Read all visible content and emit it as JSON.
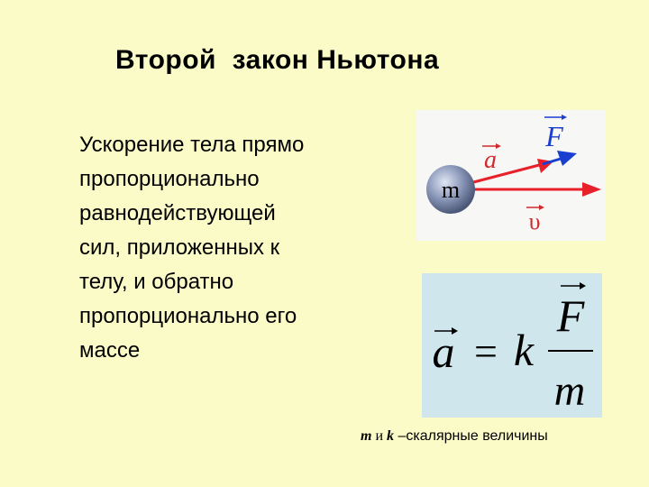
{
  "slide": {
    "title": "Второй  закон Ньютона",
    "body_lines": [
      "Ускорение тела прямо",
      "пропорционально",
      "равнодействующей",
      "сил, приложенных к",
      "телу, и обратно",
      "пропорционально его",
      "массе"
    ]
  },
  "diagram": {
    "mass_label": "m",
    "accel_label": "a",
    "force_label": "F",
    "velocity_label": "υ",
    "colors": {
      "arrow": "#e8202a",
      "force_arrow": "#1a3fd0",
      "label": "#d12a2a",
      "force_text": "#1a3fd0",
      "ball": "#8a97b8"
    }
  },
  "formula": {
    "lhs": "a",
    "equals": "=",
    "coef": "k",
    "numerator": "F",
    "denominator": "m"
  },
  "note": {
    "m": "m",
    "and": " и ",
    "k": "k",
    "rest": " –скалярные величины"
  }
}
